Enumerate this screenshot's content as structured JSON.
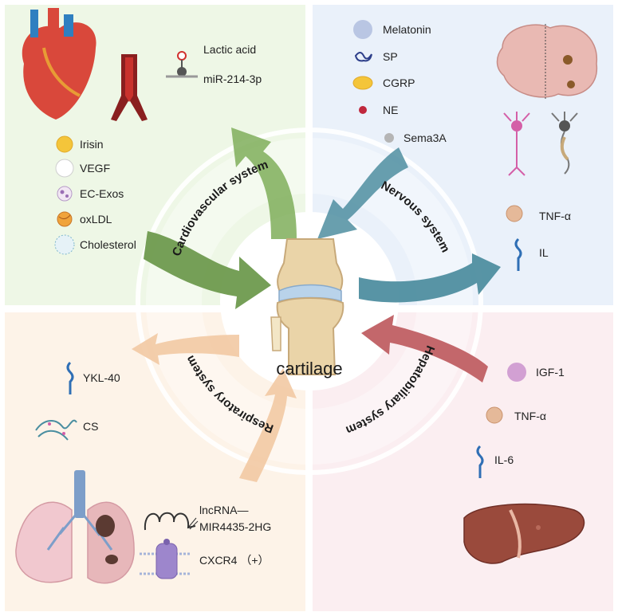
{
  "center": {
    "label": "cartilage"
  },
  "systems": {
    "cardiovascular": "Cardiovascular system",
    "nervous": "Nervous system",
    "respiratory": "Respiratory system",
    "hepatobiliary": "Hepatobiliary system"
  },
  "cardiovascular": {
    "markers_right": [
      "Lactic acid",
      "miR-214-3p"
    ],
    "markers_list": [
      "Irisin",
      "VEGF",
      "EC-Exos",
      "oxLDL",
      "Cholesterol"
    ]
  },
  "nervous": {
    "markers_list": [
      "Melatonin",
      "SP",
      "CGRP",
      "NE",
      "Sema3A"
    ],
    "markers_out": [
      "TNF-α",
      "IL"
    ]
  },
  "respiratory": {
    "markers_list": [
      "YKL-40",
      "CS"
    ],
    "lnc_line1": "lncRNA—",
    "lnc_line2": "MIR4435-2HG",
    "cxcr4": "CXCR4 （+）"
  },
  "hepatobiliary": {
    "markers_list": [
      "IGF-1",
      "TNF-α",
      "IL-6"
    ]
  },
  "colors": {
    "cardio_bg": "#eef7e6",
    "nervous_bg": "#eaf1fa",
    "resp_bg": "#fdf3e8",
    "hepato_bg": "#fbeef1",
    "cardio_arrow": "#6e9a4e",
    "nervous_arrow": "#4f8ea0",
    "resp_arrow": "#f2c9a3",
    "hepato_arrow": "#c05f63"
  }
}
